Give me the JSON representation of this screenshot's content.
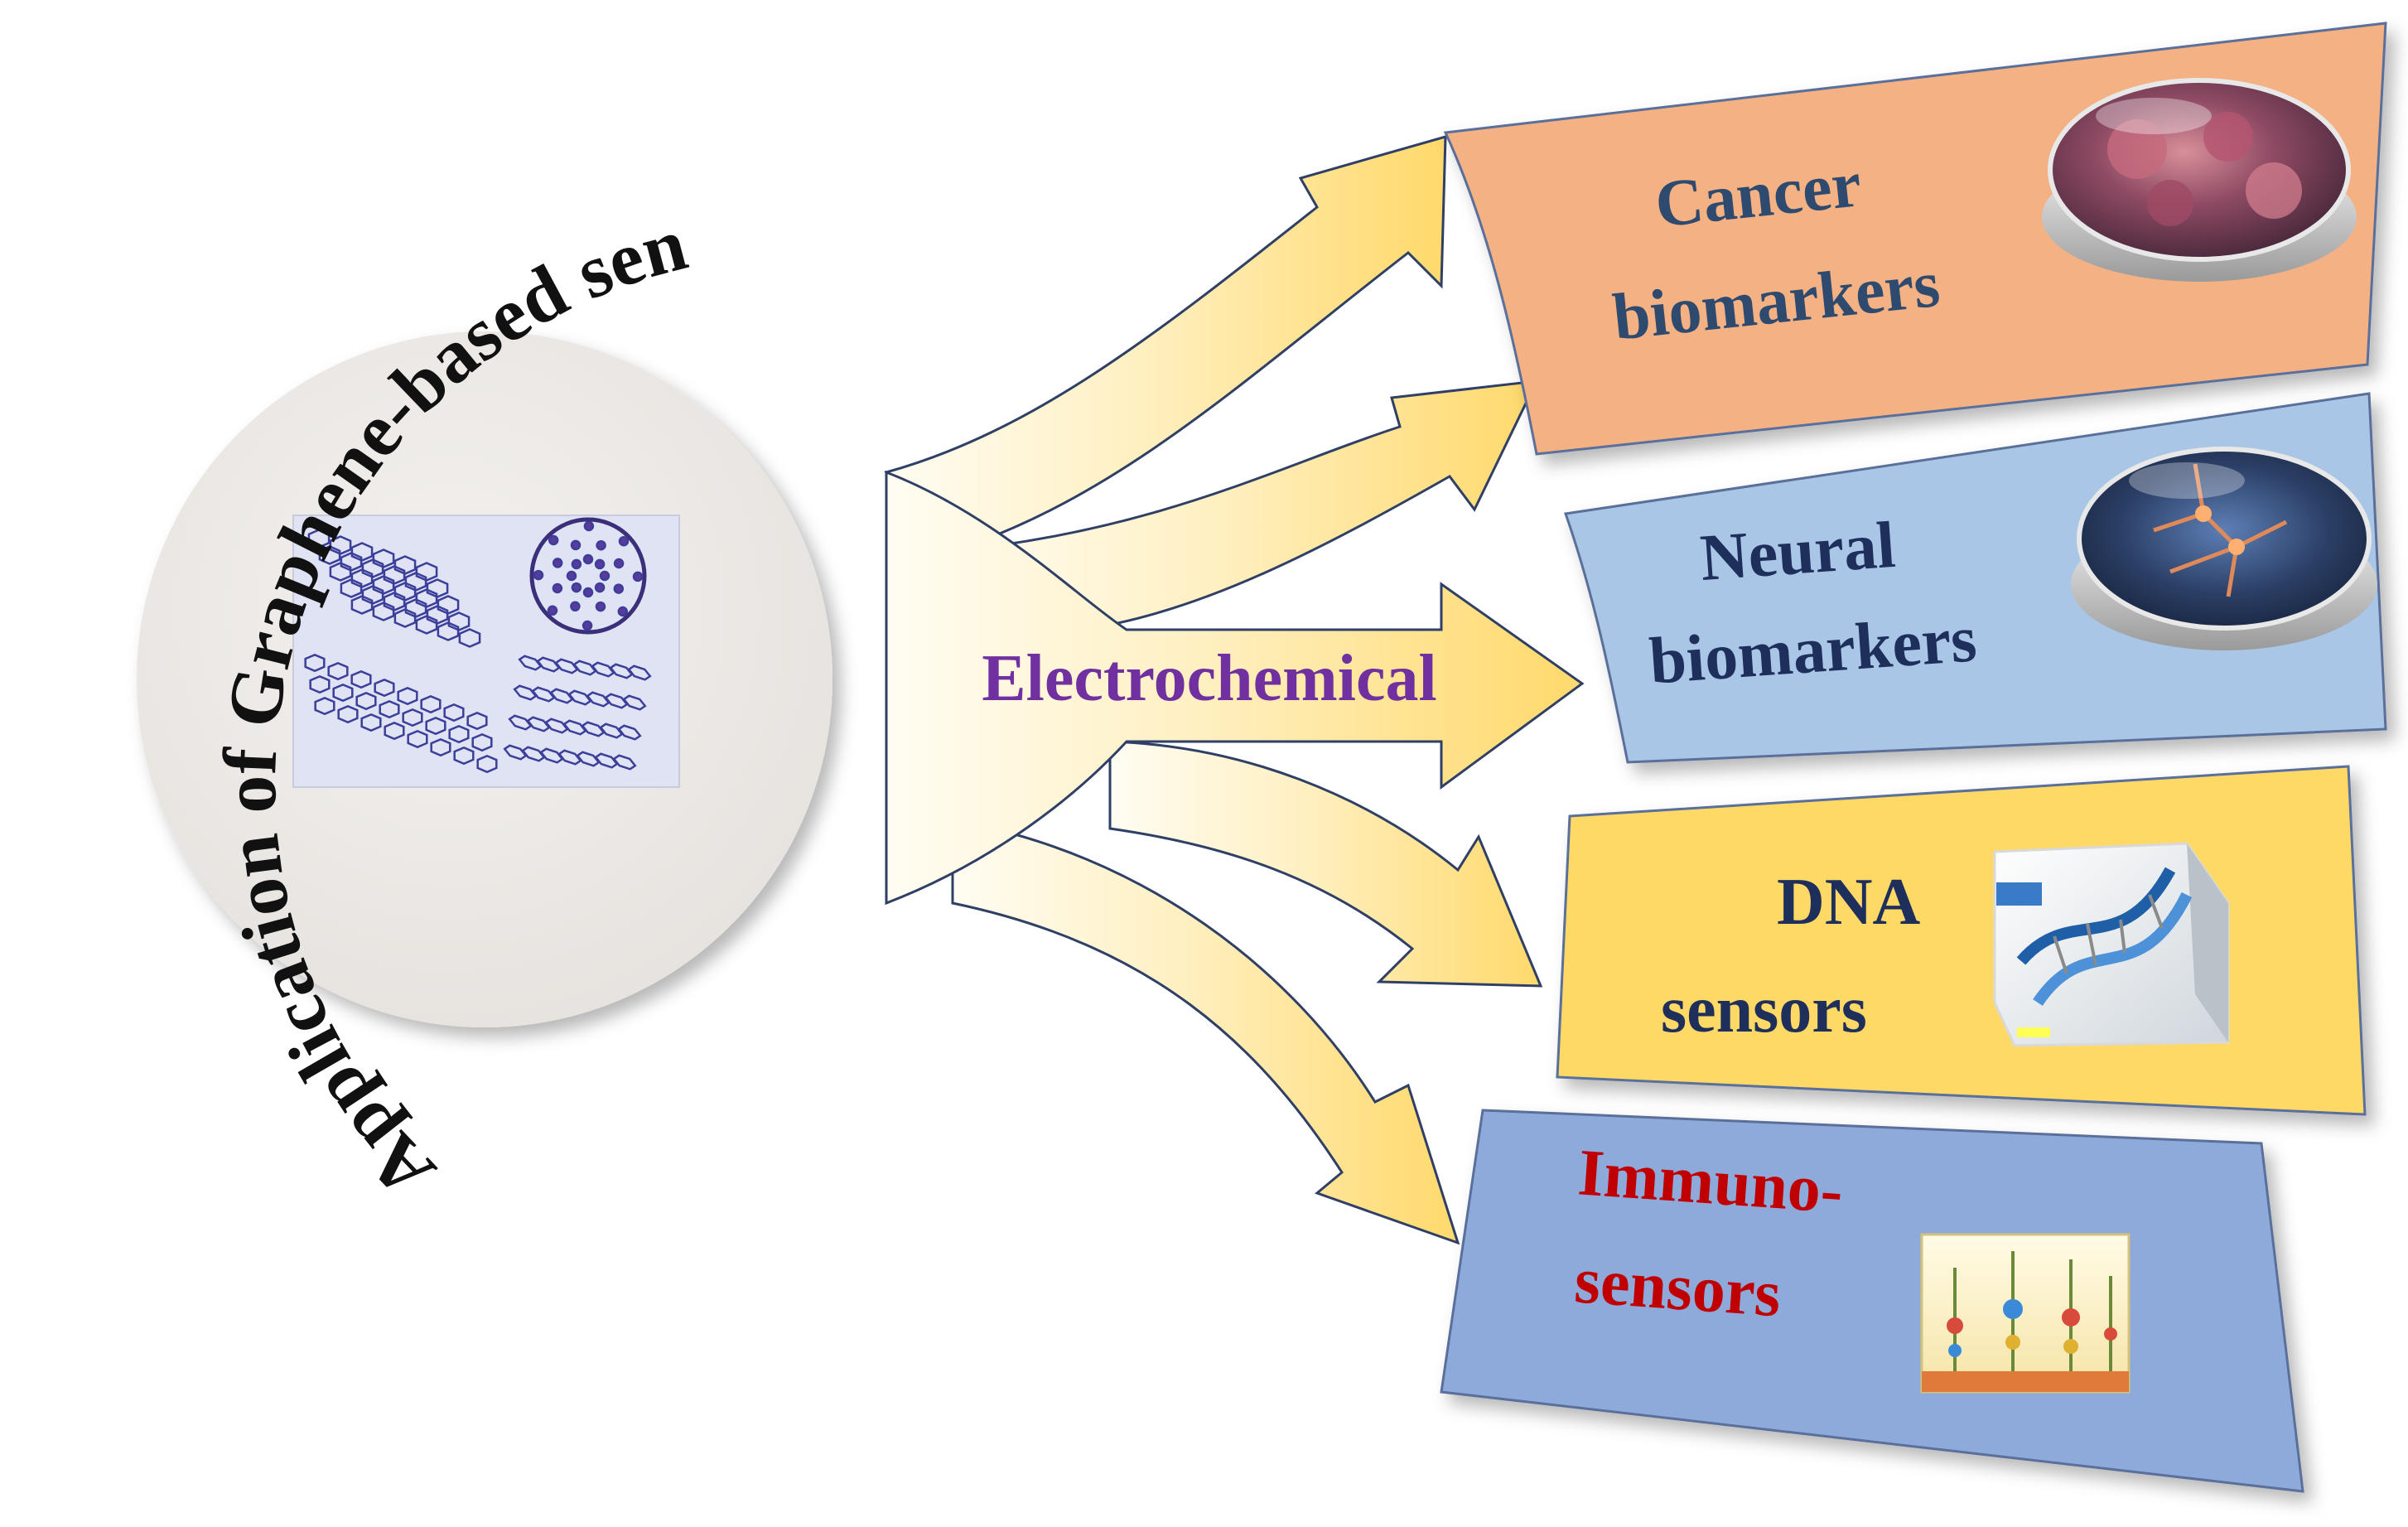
{
  "arc_title": "Application of Graphene-based sensors",
  "center_label": "Electrochemical",
  "cards": [
    {
      "id": "cancer",
      "line1": "Cancer",
      "line2": "biomarkers",
      "fill": "#f4b183",
      "text_color": "#2e4a6e"
    },
    {
      "id": "neural",
      "line1": "Neural",
      "line2": "biomarkers",
      "fill": "#a9c6e6",
      "text_color": "#1f2f5c"
    },
    {
      "id": "dna",
      "line1": "DNA",
      "line2": "sensors",
      "fill": "#ffd965",
      "text_color": "#1f2f5c"
    },
    {
      "id": "immuno",
      "line1": "Immuno-",
      "line2": "sensors",
      "fill": "#8eaadb",
      "text_color": "#c00000"
    }
  ],
  "colors": {
    "center_label": "#7030a0",
    "arrow_fill": "#ffd96b",
    "arrow_stroke": "#2f3f66",
    "circle_fill": "#ece9e6",
    "card_stroke": "#5a6f9a"
  },
  "icons": [
    "graphene-allotropes-image",
    "cancer-cell-dish-icon",
    "neuron-dish-icon",
    "dna-helix-icon",
    "immunosensor-electrode-icon"
  ]
}
